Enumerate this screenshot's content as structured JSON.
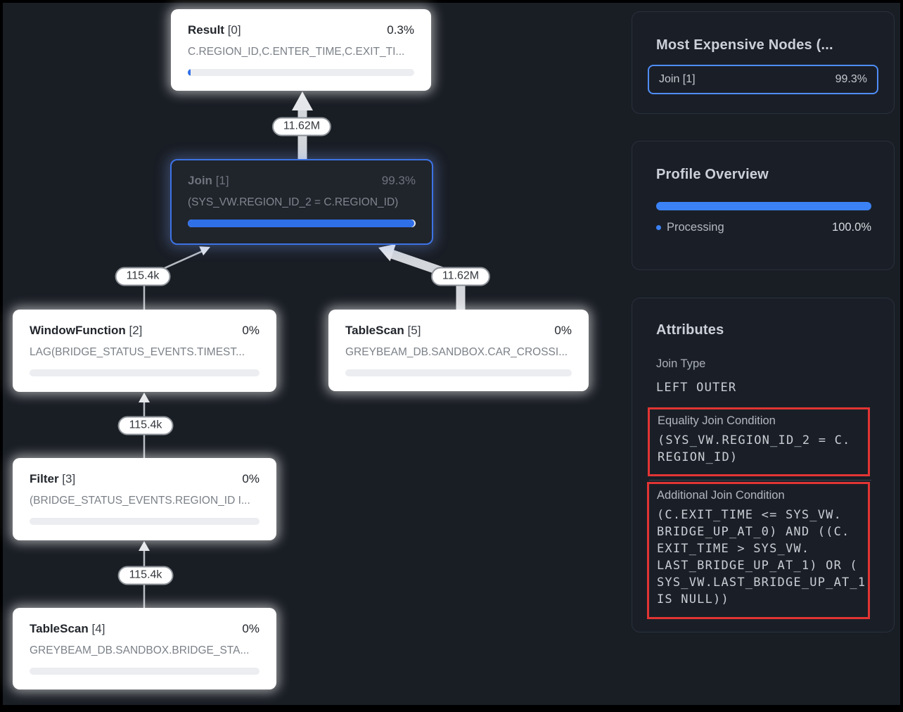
{
  "diagram": {
    "nodes": [
      {
        "name": "Result",
        "index": "[0]",
        "percent": "0.3%",
        "subtitle": "C.REGION_ID,C.ENTER_TIME,C.EXIT_TI..."
      },
      {
        "name": "Join",
        "index": "[1]",
        "percent": "99.3%",
        "subtitle": "(SYS_VW.REGION_ID_2 = C.REGION_ID)"
      },
      {
        "name": "WindowFunction",
        "index": "[2]",
        "percent": "0%",
        "subtitle": "LAG(BRIDGE_STATUS_EVENTS.TIMEST..."
      },
      {
        "name": "TableScan",
        "index": "[5]",
        "percent": "0%",
        "subtitle": "GREYBEAM_DB.SANDBOX.CAR_CROSSI..."
      },
      {
        "name": "Filter",
        "index": "[3]",
        "percent": "0%",
        "subtitle": "(BRIDGE_STATUS_EVENTS.REGION_ID I..."
      },
      {
        "name": "TableScan",
        "index": "[4]",
        "percent": "0%",
        "subtitle": "GREYBEAM_DB.SANDBOX.BRIDGE_STA..."
      }
    ],
    "edge_labels": [
      {
        "text": "11.62M"
      },
      {
        "text": "115.4k"
      },
      {
        "text": "11.62M"
      },
      {
        "text": "115.4k"
      },
      {
        "text": "115.4k"
      }
    ]
  },
  "sidebar": {
    "most_expensive": {
      "title": "Most Expensive Nodes (...",
      "row": {
        "label": "Join [1]",
        "value": "99.3%"
      }
    },
    "profile_overview": {
      "title": "Profile Overview",
      "legend": {
        "label": "Processing",
        "value": "100.0%"
      }
    },
    "attributes": {
      "title": "Attributes",
      "join_type_label": "Join Type",
      "join_type_value": "LEFT OUTER",
      "equality_label": "Equality Join Condition",
      "equality_value": "(SYS_VW.REGION_ID_2 = C.\nREGION_ID)",
      "additional_label": "Additional Join Condition",
      "additional_value": "(C.EXIT_TIME <= SYS_VW.\nBRIDGE_UP_AT_0) AND ((C.\nEXIT_TIME > SYS_VW.\nLAST_BRIDGE_UP_AT_1) OR (\nSYS_VW.LAST_BRIDGE_UP_AT_1\nIS NULL))"
    }
  },
  "colors": {
    "accent_blue": "#3b82f6",
    "selected_border": "#3d73e6",
    "annotation_red": "#e23434"
  }
}
